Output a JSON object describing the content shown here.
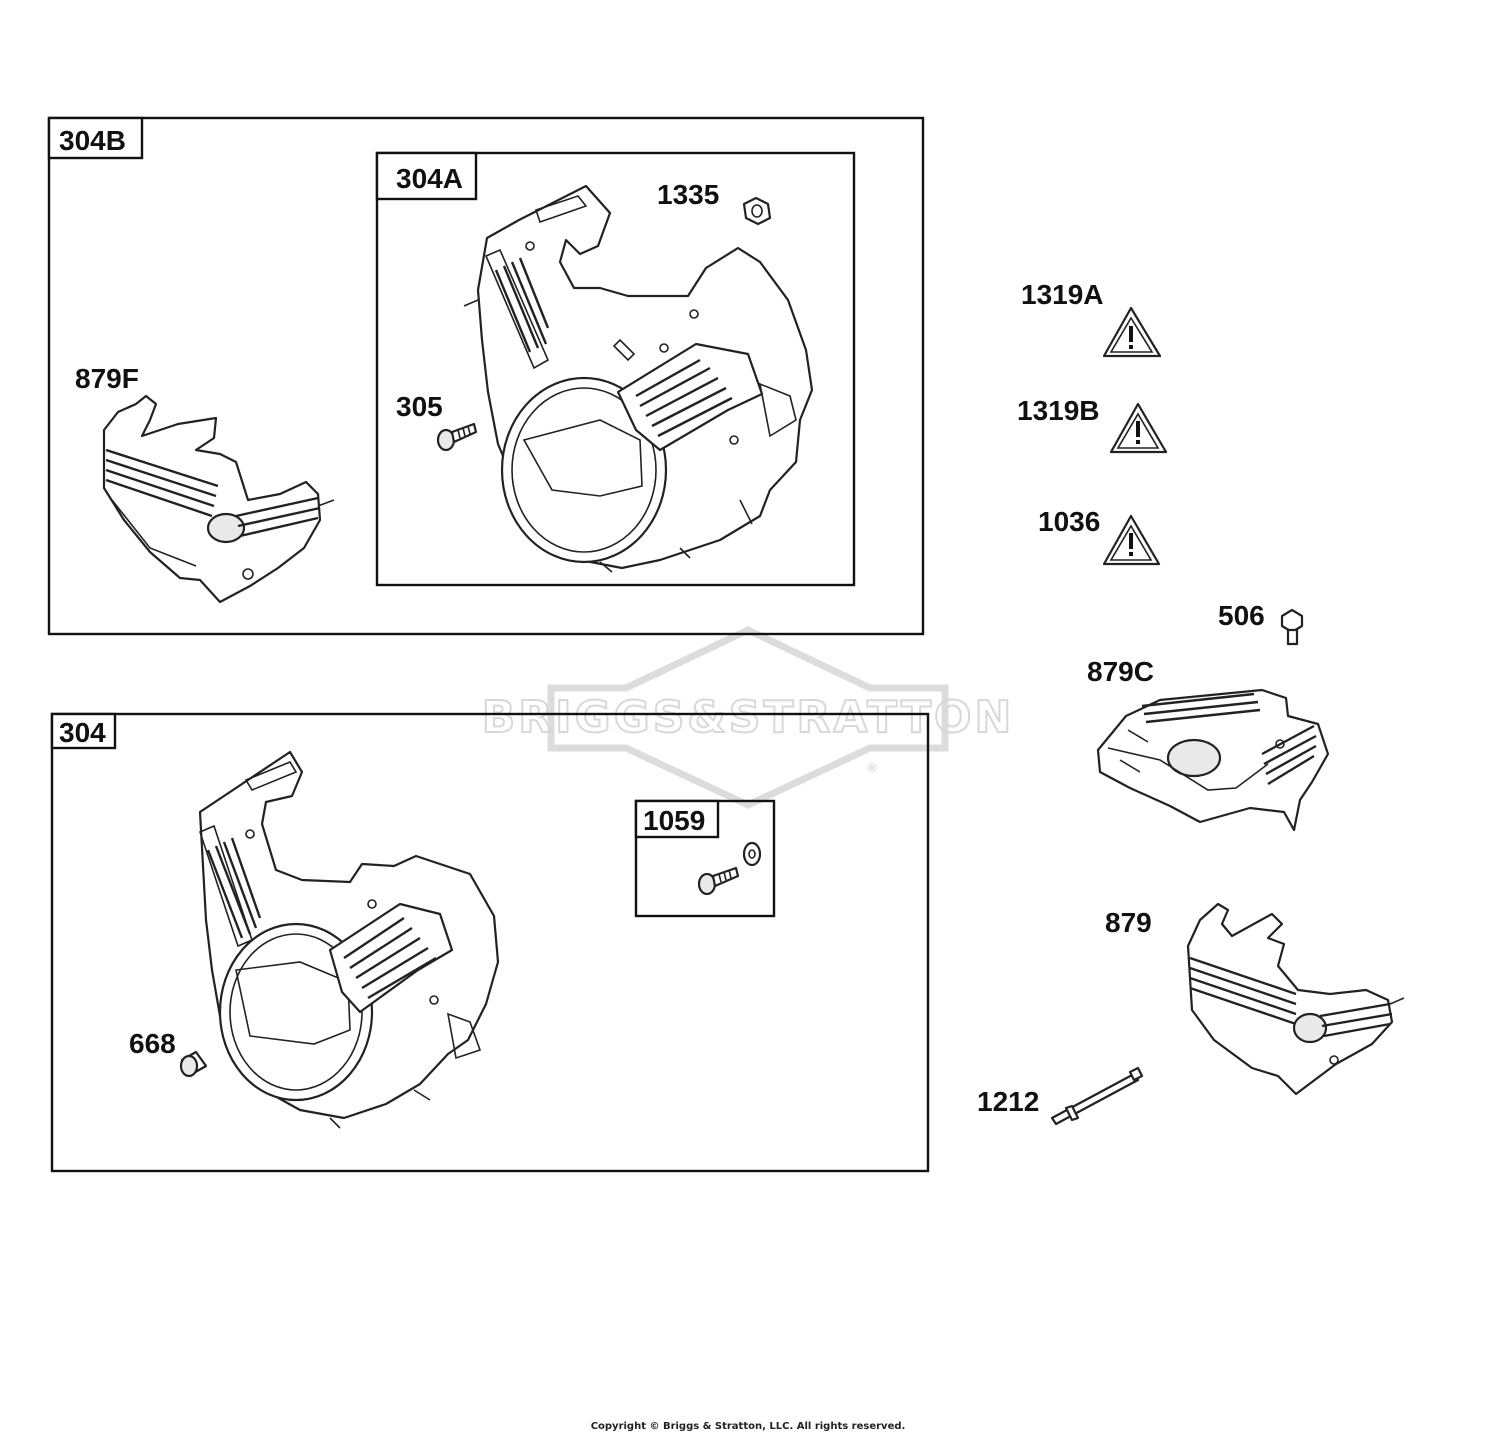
{
  "watermark": {
    "text": "BRIGGS&STRATTON",
    "registered": "®"
  },
  "frames": {
    "frame_304B": {
      "label": "304B"
    },
    "frame_304A": {
      "label": "304A"
    },
    "frame_304": {
      "label": "304"
    },
    "frame_1059": {
      "label": "1059"
    }
  },
  "parts": {
    "p879F": "879F",
    "p305": "305",
    "p1335": "1335",
    "p1319A": "1319A",
    "p1319B": "1319B",
    "p1036": "1036",
    "p506": "506",
    "p879C": "879C",
    "p879": "879",
    "p1212": "1212",
    "p668": "668"
  },
  "footer": {
    "copyright": "Copyright © Briggs & Stratton, LLC. All rights reserved."
  }
}
